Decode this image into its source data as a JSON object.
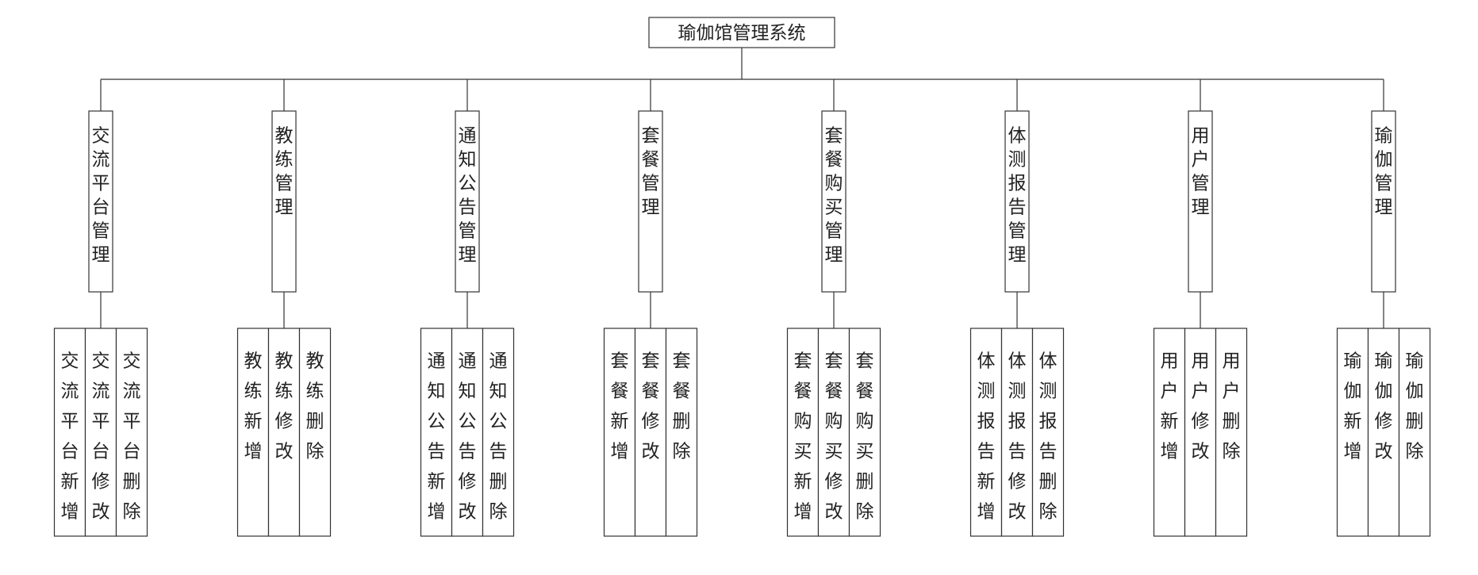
{
  "colors": {
    "line": "#333333",
    "box_fill": "#ffffff",
    "text": "#222222",
    "background": "#ffffff"
  },
  "root": {
    "label": "瑜伽馆管理系统"
  },
  "modules": [
    {
      "label": "交流平台管理",
      "children": [
        "交流平台新增",
        "交流平台修改",
        "交流平台删除"
      ]
    },
    {
      "label": "教练管理",
      "children": [
        "教练新增",
        "教练修改",
        "教练删除"
      ]
    },
    {
      "label": "通知公告管理",
      "children": [
        "通知公告新增",
        "通知公告修改",
        "通知公告删除"
      ]
    },
    {
      "label": "套餐管理",
      "children": [
        "套餐新增",
        "套餐修改",
        "套餐删除"
      ]
    },
    {
      "label": "套餐购买管理",
      "children": [
        "套餐购买新增",
        "套餐购买修改",
        "套餐购买删除"
      ]
    },
    {
      "label": "体测报告管理",
      "children": [
        "体测报告新增",
        "体测报告修改",
        "体测报告删除"
      ]
    },
    {
      "label": "用户管理",
      "children": [
        "用户新增",
        "用户修改",
        "用户删除"
      ]
    },
    {
      "label": "瑜伽管理",
      "children": [
        "瑜伽新增",
        "瑜伽修改",
        "瑜伽删除"
      ]
    }
  ]
}
